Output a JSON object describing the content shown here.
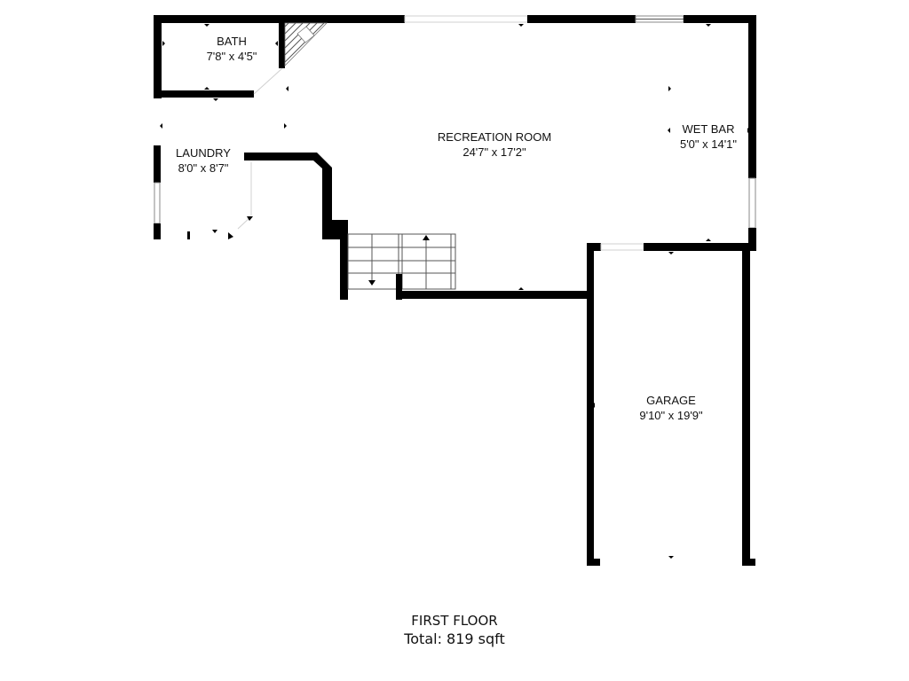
{
  "floor_plan": {
    "colors": {
      "wall": "#000000",
      "background": "#ffffff",
      "text": "#111111"
    },
    "rooms": [
      {
        "name": "BATH",
        "dimensions": "7'8\" x 4'5\""
      },
      {
        "name": "LAUNDRY",
        "dimensions": "8'0\" x 8'7\""
      },
      {
        "name": "RECREATION ROOM",
        "dimensions": "24'7\" x 17'2\""
      },
      {
        "name": "WET BAR",
        "dimensions": "5'0\" x 14'1\""
      },
      {
        "name": "GARAGE",
        "dimensions": "9'10\" x 19'9\""
      }
    ],
    "footer": {
      "floor_name": "FIRST FLOOR",
      "total": "Total: 819 sqft"
    }
  }
}
